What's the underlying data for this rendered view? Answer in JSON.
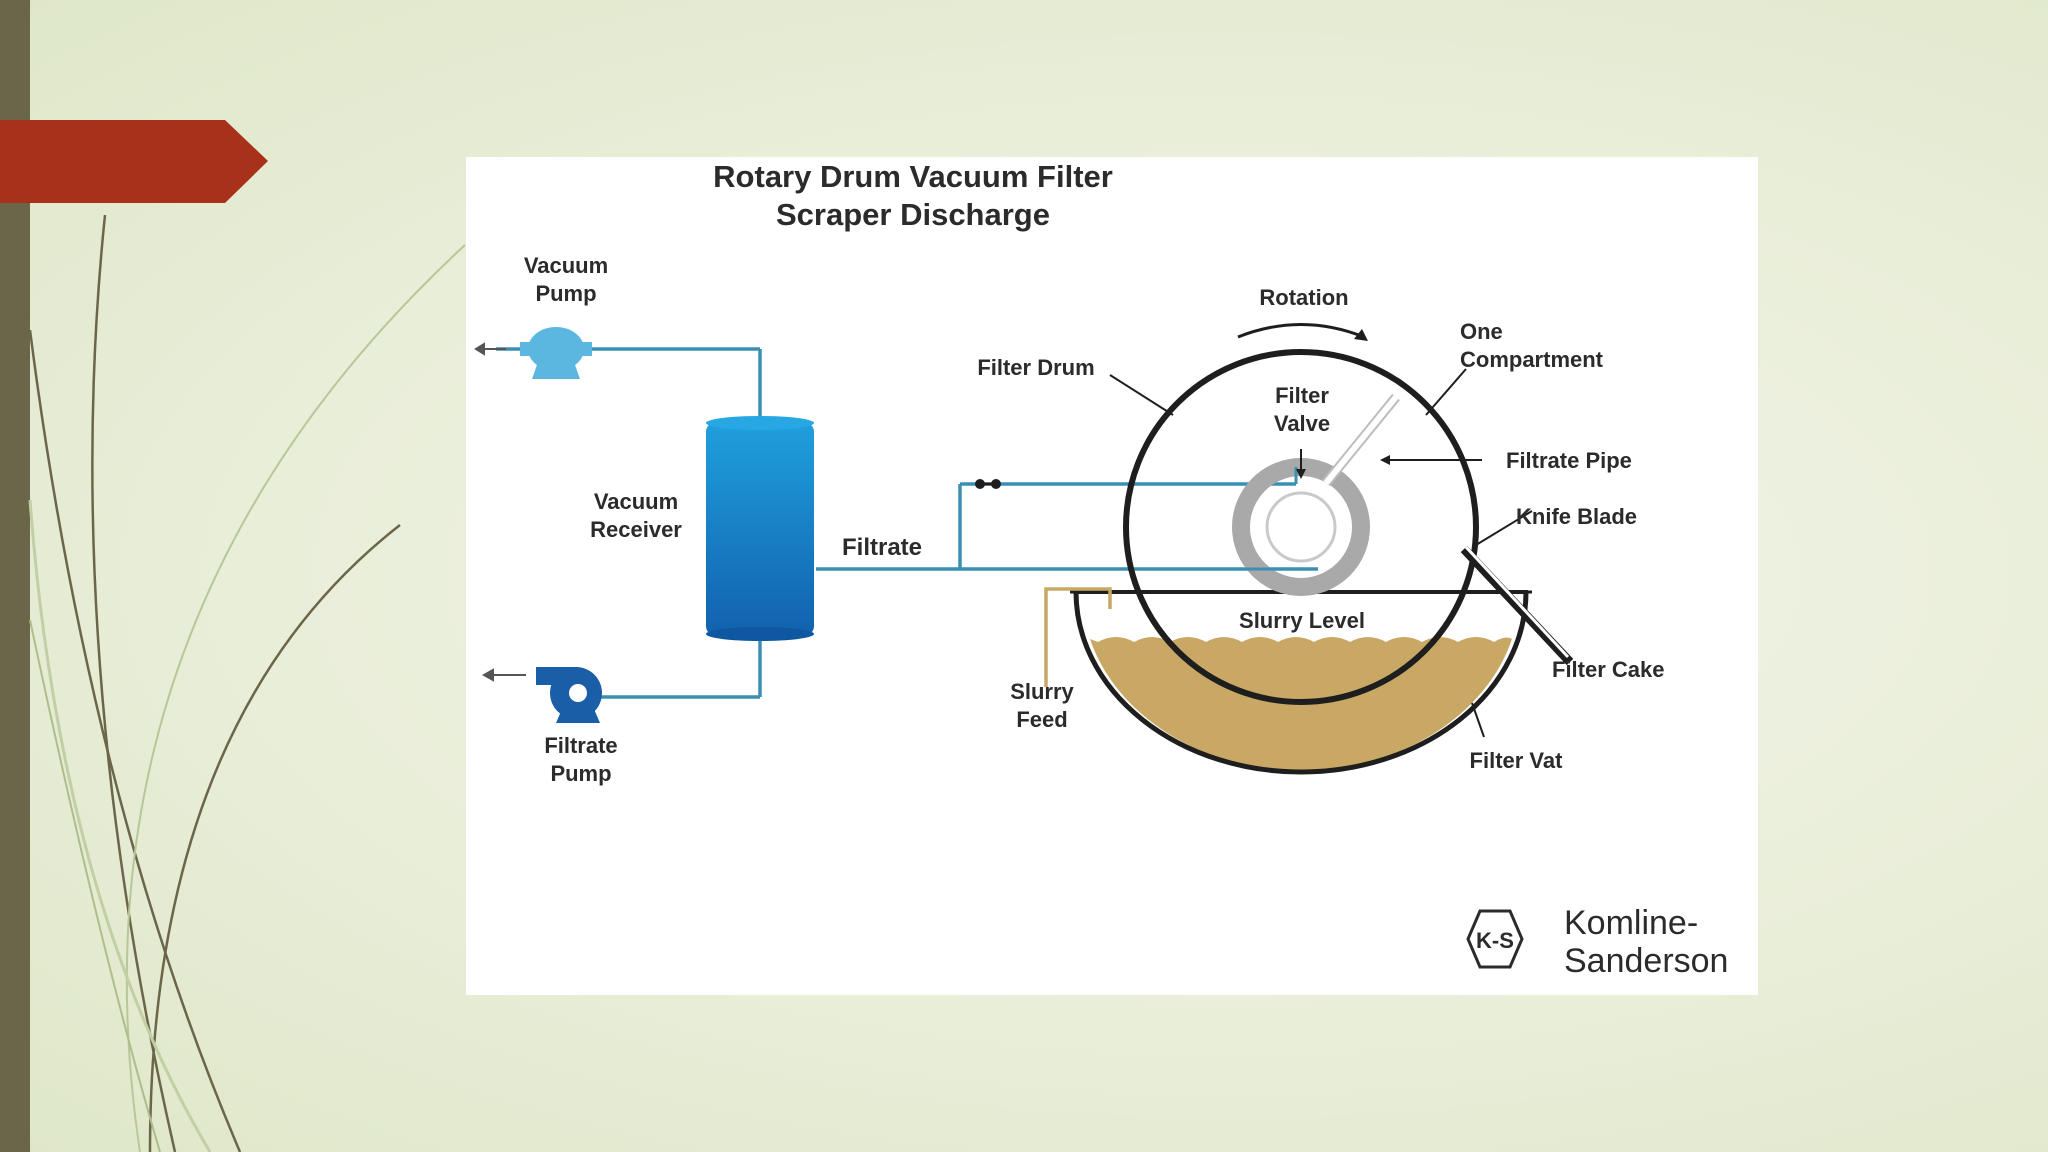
{
  "slide": {
    "accent_color": "#a8311a",
    "left_bar_color": "#6b6649",
    "background_color": "#e9eed9"
  },
  "diagram": {
    "title_line1": "Rotary Drum Vacuum Filter",
    "title_line2": "Scraper Discharge",
    "labels": {
      "vacuum_pump_1": "Vacuum",
      "vacuum_pump_2": "Pump",
      "vacuum_receiver_1": "Vacuum",
      "vacuum_receiver_2": "Receiver",
      "filtrate_pump_1": "Filtrate",
      "filtrate_pump_2": "Pump",
      "filtrate": "Filtrate",
      "rotation": "Rotation",
      "filter_drum": "Filter Drum",
      "one_compartment_1": "One",
      "one_compartment_2": "Compartment",
      "filter_valve_1": "Filter",
      "filter_valve_2": "Valve",
      "filtrate_pipe": "Filtrate Pipe",
      "knife_blade": "Knife Blade",
      "slurry_level": "Slurry Level",
      "filter_cake": "Filter Cake",
      "slurry_feed_1": "Slurry",
      "slurry_feed_2": "Feed",
      "filter_vat": "Filter Vat"
    },
    "colors": {
      "pipe": "#3b8fb4",
      "receiver_top": "#1fa0dc",
      "receiver_bottom": "#1261ad",
      "pump_light": "#5cb7e0",
      "pump_dark": "#1b5ea8",
      "slurry": "#c9a865",
      "outline": "#1e1e1e"
    },
    "logo": {
      "mark": "K-S",
      "line1": "Komline-",
      "line2": "Sanderson"
    }
  }
}
